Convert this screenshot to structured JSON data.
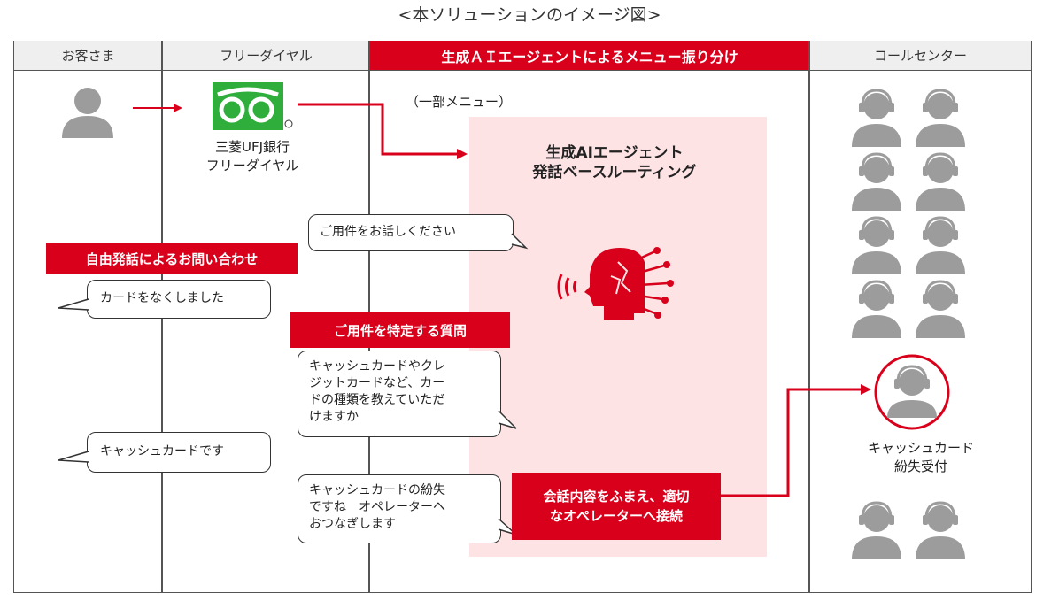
{
  "title": "<本ソリューションのイメージ図>",
  "columns": {
    "customer": "お客さま",
    "freedial": "フリーダイヤル",
    "ai": "生成ＡＩエージェントによるメニュー振り分け",
    "callcenter": "コールセンター"
  },
  "freedial": {
    "name_line1": "三菱UFJ銀行",
    "name_line2": "フリーダイヤル",
    "logo_icon": "free-dial-logo-icon"
  },
  "ai_panel": {
    "menu_note": "（一部メニュー）",
    "title_line1": "生成AIエージェント",
    "title_line2": "発話ベースルーティング",
    "icon": "ai-head-icon",
    "prompt_bubble": "ご用件をお話しください"
  },
  "flow": {
    "free_speech_tag": "自由発話によるお問い合わせ",
    "customer_bubble1": "カードをなくしました",
    "question_tag": "ご用件を特定する質問",
    "ai_bubble2": [
      "キャッシュカードやクレ",
      "ジットカードなど、カー",
      "ドの種類を教えていただ",
      "けますか"
    ],
    "customer_bubble2": "キャッシュカードです",
    "ai_bubble3": [
      "キャッシュカードの紛失",
      "ですね　オペレーターへ",
      "おつなぎします"
    ],
    "connect_tag": [
      "会話内容をふまえ、適切",
      "なオペレーターへ接続"
    ]
  },
  "callcenter": {
    "operator_label_line1": "キャッシュカード",
    "operator_label_line2": "紛失受付",
    "operator_icon": "headset-operator-icon"
  },
  "colors": {
    "accent": "#d9001b",
    "panel": "#fde3e4",
    "logo_green": "#2fae3b",
    "person_gray": "#999999"
  }
}
